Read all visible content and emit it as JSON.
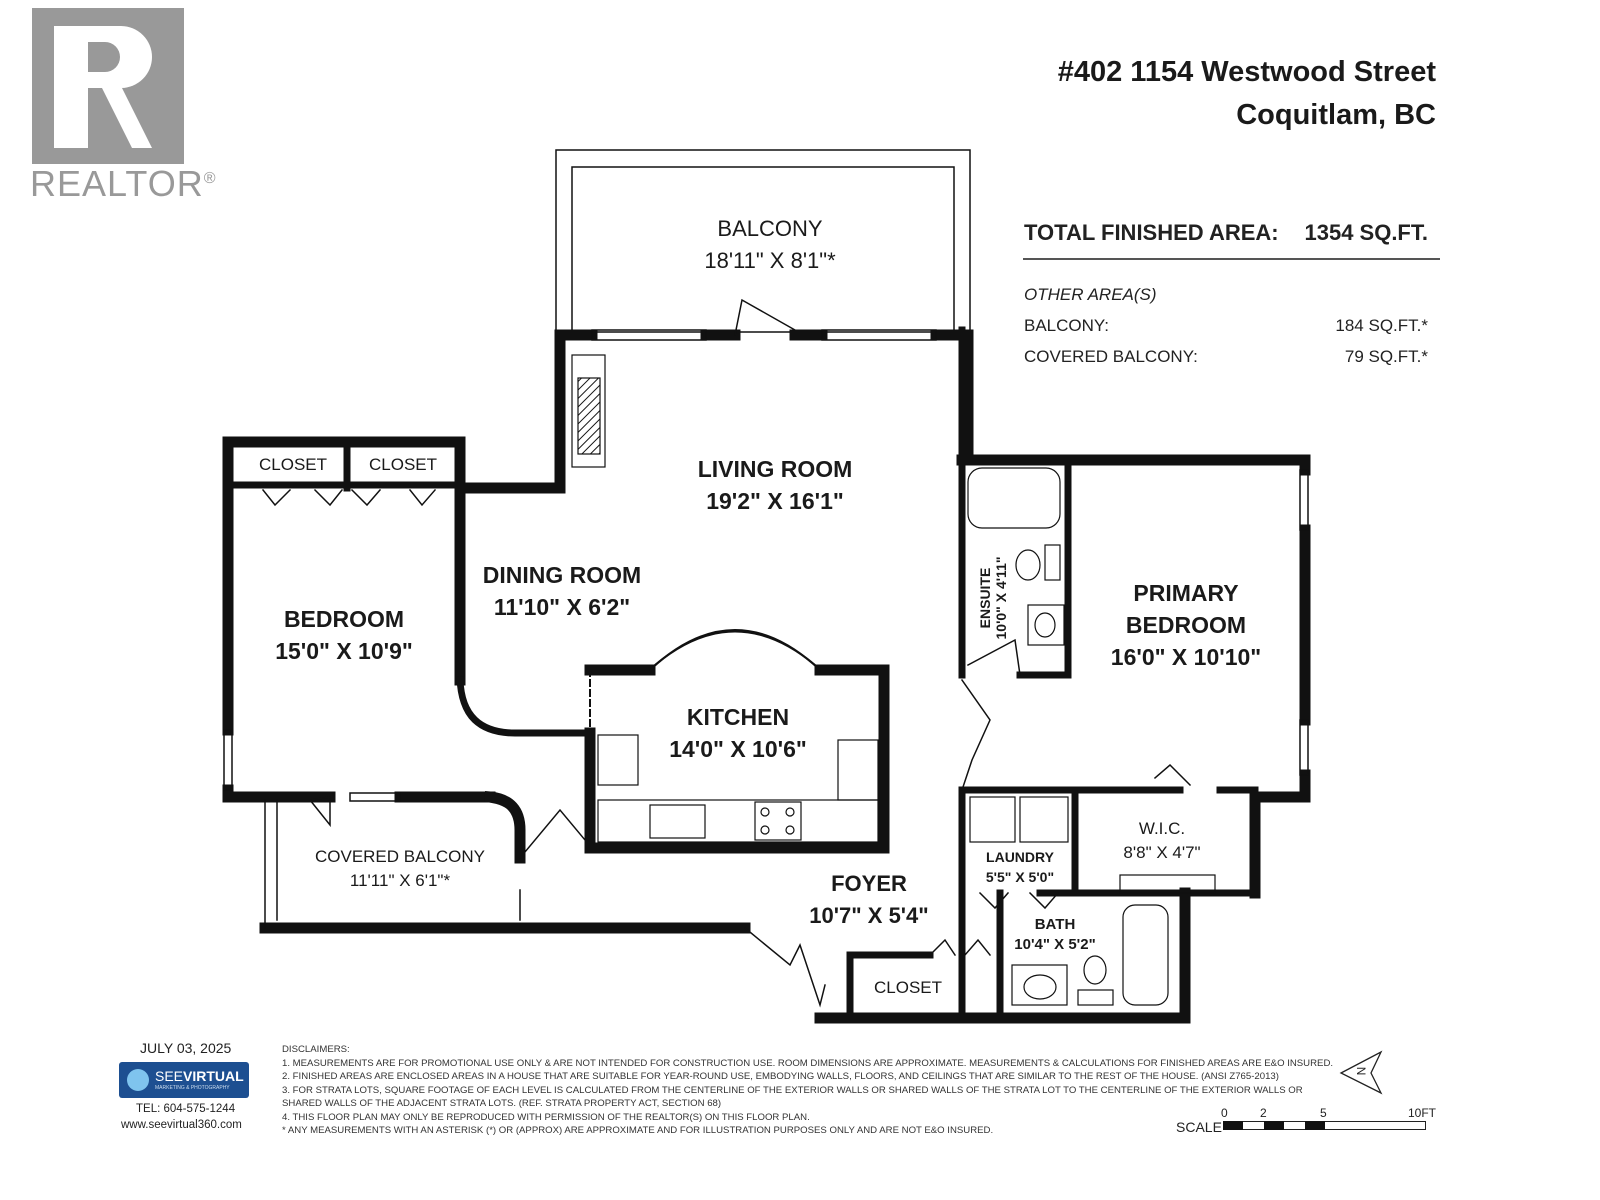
{
  "logo": {
    "text": "REALTOR",
    "mark": "®"
  },
  "header": {
    "address_line1": "#402 1154 Westwood Street",
    "address_line2": "Coquitlam, BC"
  },
  "areas": {
    "total_label": "TOTAL FINISHED AREA:",
    "total_value": "1354 SQ.FT.",
    "other_label": "OTHER AREA(S)",
    "other": [
      {
        "label": "BALCONY:",
        "value": "184 SQ.FT.*"
      },
      {
        "label": "COVERED BALCONY:",
        "value": "79 SQ.FT.*"
      }
    ]
  },
  "rooms": {
    "balcony": {
      "name": "BALCONY",
      "dims": "18'11\" X 8'1\"*"
    },
    "living": {
      "name": "LIVING ROOM",
      "dims": "19'2\" X 16'1\""
    },
    "dining": {
      "name": "DINING ROOM",
      "dims": "11'10\" X 6'2\""
    },
    "bedroom": {
      "name": "BEDROOM",
      "dims": "15'0\" X 10'9\""
    },
    "closet1": {
      "name": "CLOSET"
    },
    "closet2": {
      "name": "CLOSET"
    },
    "kitchen": {
      "name": "KITCHEN",
      "dims": "14'0\" X 10'6\""
    },
    "ensuite": {
      "name": "ENSUITE",
      "dims": "10'0\" X 4'11\""
    },
    "primary": {
      "name1": "PRIMARY",
      "name2": "BEDROOM",
      "dims": "16'0\" X 10'10\""
    },
    "wic": {
      "name": "W.I.C.",
      "dims": "8'8\" X 4'7\""
    },
    "laundry": {
      "name": "LAUNDRY",
      "dims": "5'5\" X 5'0\""
    },
    "bath": {
      "name": "BATH",
      "dims": "10'4\" X 5'2\""
    },
    "foyer": {
      "name": "FOYER",
      "dims": "10'7\" X 5'4\""
    },
    "closet3": {
      "name": "CLOSET"
    },
    "covered_balcony": {
      "name": "COVERED BALCONY",
      "dims": "11'11\" X 6'1\"*"
    }
  },
  "footer": {
    "date": "JULY 03, 2025",
    "brand": {
      "name_light": "SEE",
      "name_bold": "VIRTUAL",
      "tagline": "MARKETING & PHOTOGRAPHY"
    },
    "tel": "TEL: 604-575-1244",
    "website": "www.seevirtual360.com",
    "disclaimers": [
      "DISCLAIMERS:",
      "1. MEASUREMENTS ARE FOR PROMOTIONAL USE ONLY & ARE NOT INTENDED FOR CONSTRUCTION USE. ROOM DIMENSIONS ARE APPROXIMATE. MEASUREMENTS & CALCULATIONS FOR FINISHED AREAS ARE E&O INSURED.",
      "2. FINISHED AREAS ARE ENCLOSED AREAS IN A HOUSE THAT ARE SUITABLE FOR YEAR-ROUND USE, EMBODYING WALLS, FLOORS, AND CEILINGS THAT ARE SIMILAR TO THE REST OF THE HOUSE. (ANSI Z765-2013)",
      "3. FOR STRATA LOTS, SQUARE FOOTAGE OF EACH LEVEL IS CALCULATED FROM THE CENTERLINE OF THE EXTERIOR WALLS OR SHARED WALLS OF THE STRATA LOT TO THE CENTERLINE OF THE EXTERIOR WALLS OR",
      "SHARED WALLS OF THE ADJACENT STRATA LOTS. (REF. STRATA PROPERTY ACT, SECTION 68)",
      "4. THIS FLOOR PLAN MAY ONLY BE REPRODUCED WITH PERMISSION OF THE REALTOR(S) ON THIS FLOOR PLAN.",
      "* ANY MEASUREMENTS WITH AN ASTERISK (*) OR (APPROX) ARE APPROXIMATE AND FOR ILLUSTRATION PURPOSES ONLY AND ARE NOT E&O INSURED."
    ],
    "scale": {
      "label": "SCALE",
      "ticks": [
        "0",
        "2",
        "5",
        "10FT"
      ]
    },
    "north": "N"
  },
  "colors": {
    "wall": "#111111",
    "logo_gray": "#999999",
    "brand_blue": "#1d4f91"
  }
}
